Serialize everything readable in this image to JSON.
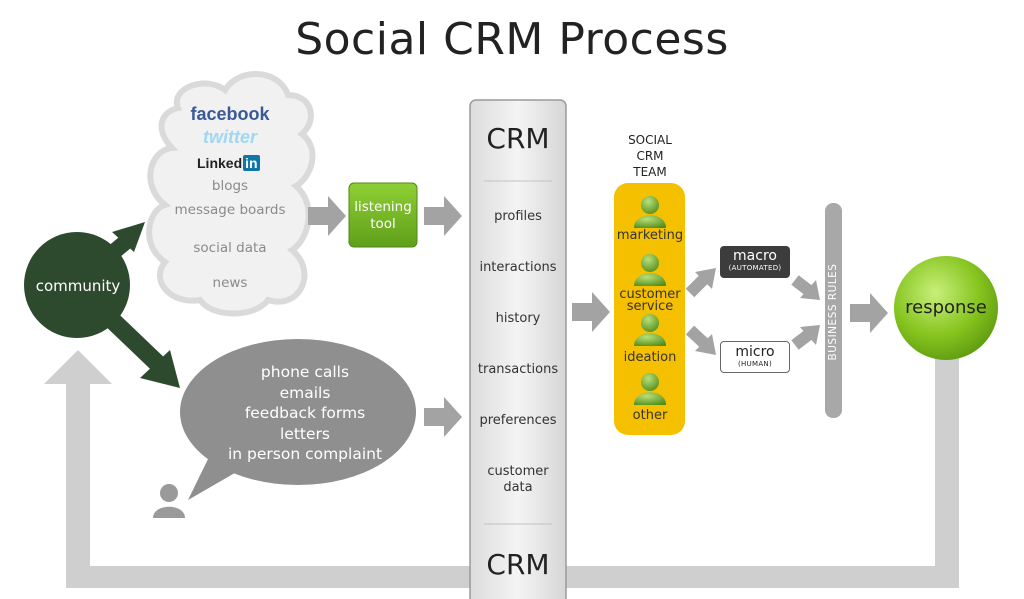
{
  "title": "Social CRM Process",
  "community_label": "community",
  "cloud": {
    "facebook": "facebook",
    "twitter": "twitter",
    "linkedin_text": "Linked",
    "linkedin_badge": "in",
    "items": [
      "blogs",
      "message boards",
      "social data",
      "news"
    ]
  },
  "listening_tool": "listening tool",
  "channels": [
    "phone calls",
    "emails",
    "feedback forms",
    "letters",
    "in person complaint"
  ],
  "crm": {
    "top_label": "CRM",
    "bottom_label": "CRM",
    "items": [
      "profiles",
      "interactions",
      "history",
      "transactions",
      "preferences",
      "customer data"
    ]
  },
  "team": {
    "label": "SOCIAL CRM TEAM",
    "roles": [
      "marketing",
      "customer service",
      "ideation",
      "other"
    ]
  },
  "macro": {
    "label": "macro",
    "sub": "(AUTOMATED)"
  },
  "micro": {
    "label": "micro",
    "sub": "(HUMAN)"
  },
  "business_rules": "BUSINESS RULES",
  "response": "response",
  "colors": {
    "community": "#2e4a2e",
    "listening_tool": "#7dbb2b",
    "team_box": "#f5c000",
    "response": "#7fbf1a",
    "arrow_gray": "#a3a3a3",
    "loop_gray": "#cfcfcf"
  }
}
